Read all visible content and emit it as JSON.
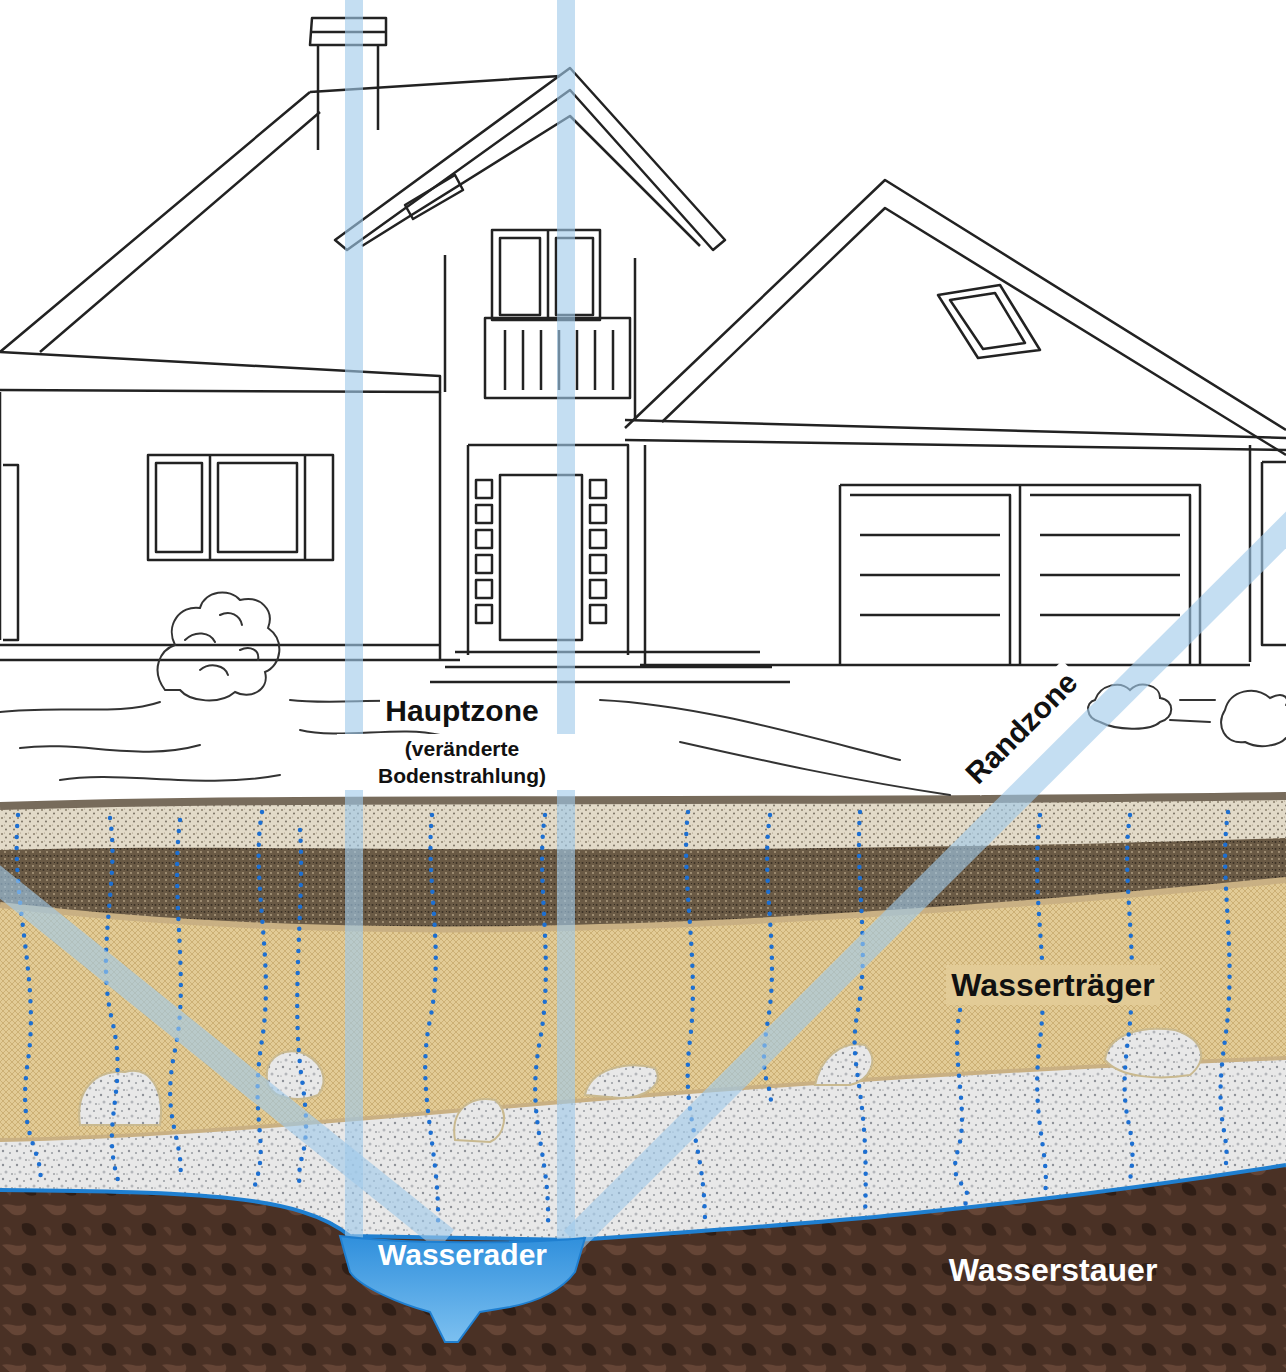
{
  "diagram": {
    "nodes": [
      {
        "text": [
          "Wasserader"
        ]
      }
    ],
    "labels": [
      "Hauptzone",
      "(veränderte Bodenstrahlung)",
      "Randzone",
      "Wasserträger",
      "Wasserstauer"
    ]
  }
}
